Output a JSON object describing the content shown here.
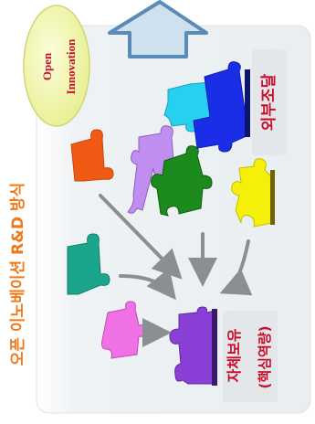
{
  "vertical_title": "오픈 이노베이션 R&D 방식",
  "badge": {
    "line1": "Open",
    "line2": "Innovation"
  },
  "labels": {
    "external": "외부조달",
    "internal_line1": "자체보유",
    "internal_line2": "(핵심역량)"
  },
  "colors": {
    "title": "#f07a1a",
    "badge_fill": "#f3f6a8",
    "badge_text": "#c8102e",
    "label_text": "#c8102e",
    "panel": "#edf1f3",
    "arrow": "#8a8f92",
    "big_arrow_fill": "#cfe0ef",
    "big_arrow_stroke": "#5a8ab8"
  }
}
